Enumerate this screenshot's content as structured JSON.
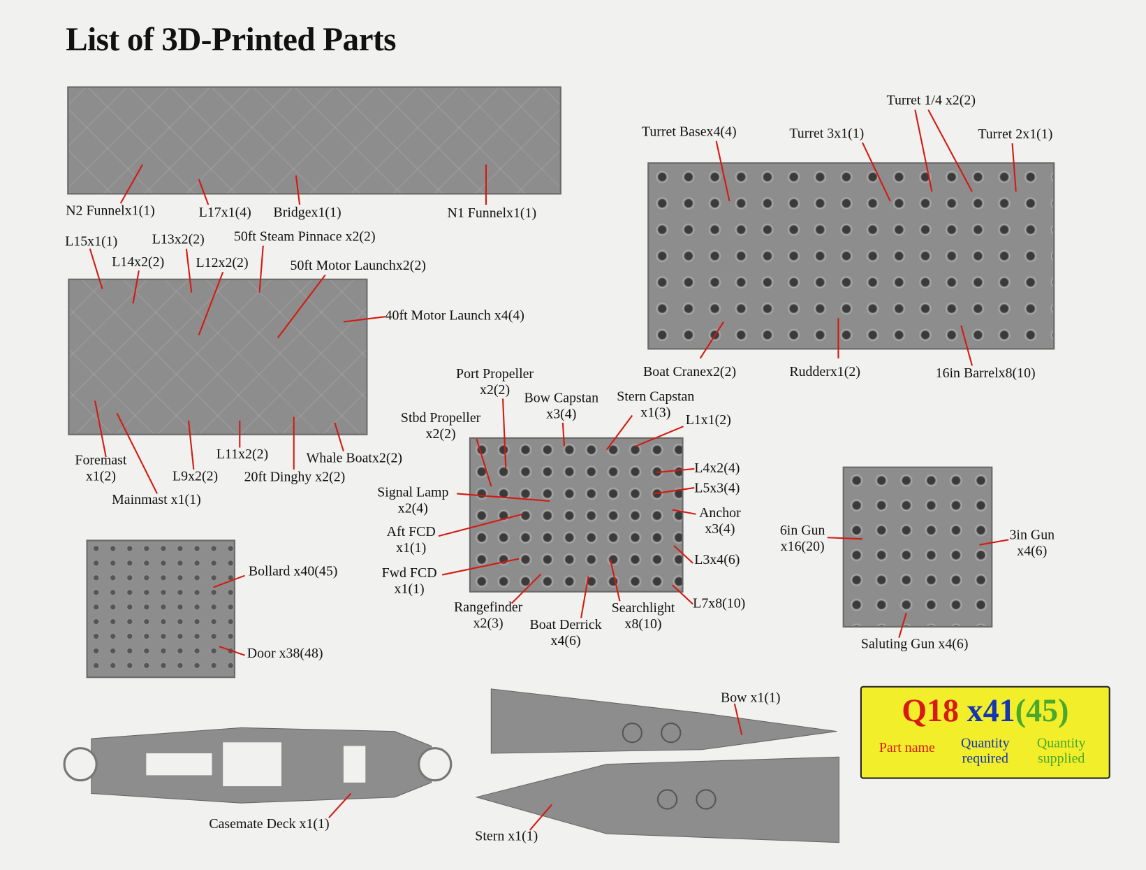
{
  "title": "List of 3D-Printed Parts",
  "labels": {
    "n2_funnel": "N2 Funnelx1(1)",
    "l17": "L17x1(4)",
    "bridge": "Bridgex1(1)",
    "n1_funnel": "N1 Funnelx1(1)",
    "turret_base": "Turret Basex4(4)",
    "turret_3": "Turret 3x1(1)",
    "turret_14": "Turret 1/4 x2(2)",
    "turret_2": "Turret 2x1(1)",
    "boat_crane": "Boat Cranex2(2)",
    "rudder": "Rudderx1(2)",
    "barrel_16in": "16in Barrelx8(10)",
    "l15": "L15x1(1)",
    "l13": "L13x2(2)",
    "steam_pinnace": "50ft Steam Pinnace x2(2)",
    "l14": "L14x2(2)",
    "l12": "L12x2(2)",
    "motor_launch_50": "50ft Motor Launchx2(2)",
    "motor_launch_40": "40ft Motor Launch x4(4)",
    "foremast_1": "Foremast",
    "foremast_2": "x1(2)",
    "mainmast": "Mainmast x1(1)",
    "l9": "L9x2(2)",
    "l11": "L11x2(2)",
    "dinghy": "20ft Dinghy x2(2)",
    "whale_boat": "Whale Boatx2(2)",
    "port_prop_1": "Port Propeller",
    "port_prop_2": "x2(2)",
    "bow_cap_1": "Bow Capstan",
    "bow_cap_2": "x3(4)",
    "stern_cap_1": "Stern Capstan",
    "stern_cap_2": "x1(3)",
    "l1": "L1x1(2)",
    "stbd_prop_1": "Stbd Propeller",
    "stbd_prop_2": "x2(2)",
    "l4": "L4x2(4)",
    "l5": "L5x3(4)",
    "signal_1": "Signal Lamp",
    "signal_2": "x2(4)",
    "anchor_1": "Anchor",
    "anchor_2": "x3(4)",
    "aft_fcd_1": "Aft FCD",
    "aft_fcd_2": "x1(1)",
    "l3": "L3x4(6)",
    "fwd_fcd_1": "Fwd FCD",
    "fwd_fcd_2": "x1(1)",
    "l7": "L7x8(10)",
    "range_1": "Rangefinder",
    "range_2": "x2(3)",
    "derrick_1": "Boat Derrick",
    "derrick_2": "x4(6)",
    "search_1": "Searchlight",
    "search_2": "x8(10)",
    "gun6_1": "6in Gun",
    "gun6_2": "x16(20)",
    "gun3_1": "3in Gun",
    "gun3_2": "x4(6)",
    "saluting": "Saluting Gun x4(6)",
    "bollard": "Bollard x40(45)",
    "door": "Door x38(48)",
    "casemate": "Casemate Deck x1(1)",
    "bow": "Bow x1(1)",
    "stern": "Stern x1(1)"
  },
  "legend": {
    "part": "Q18",
    "qty": "x41",
    "supplied": "(45)",
    "part_label": "Part name",
    "qty_label_1": "Quantity",
    "qty_label_2": "required",
    "sup_label_1": "Quantity",
    "sup_label_2": "supplied",
    "colors": {
      "part": "#d81a14",
      "qty": "#1536b0",
      "supplied": "#4aa82a"
    }
  }
}
